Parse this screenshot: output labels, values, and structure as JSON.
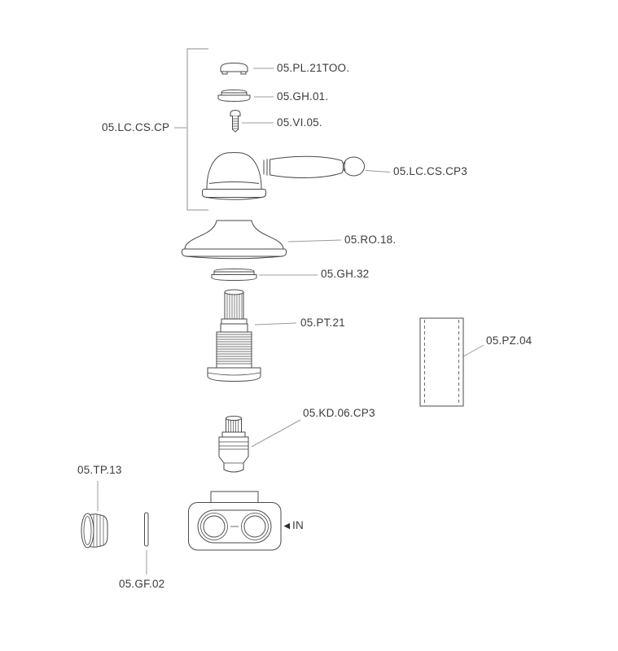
{
  "diagram": {
    "type": "exploded-parts-diagram",
    "colors": {
      "line": "#4a4a4a",
      "leader": "#9b9b9b",
      "label": "#3b3b3b",
      "background": "#ffffff"
    },
    "parts": [
      {
        "id": "top-cap",
        "label": "05.PL.21TOO."
      },
      {
        "id": "gasket-top",
        "label": "05.GH.01."
      },
      {
        "id": "screw",
        "label": "05.VI.05."
      },
      {
        "id": "handle-group",
        "label": "05.LC.CS.CP"
      },
      {
        "id": "lever-handle",
        "label": "05.LC.CS.CP3"
      },
      {
        "id": "rosette",
        "label": "05.RO.18."
      },
      {
        "id": "gasket-mid",
        "label": "05.GH.32"
      },
      {
        "id": "stem-cartridge",
        "label": "05.PT.21"
      },
      {
        "id": "sleeve",
        "label": "05.PZ.04"
      },
      {
        "id": "cartridge",
        "label": "05.KD.06.CP3"
      },
      {
        "id": "cap-plug",
        "label": "05.TP.13"
      },
      {
        "id": "pin",
        "label": "05.GF.02"
      }
    ],
    "inlet_label": "IN"
  }
}
